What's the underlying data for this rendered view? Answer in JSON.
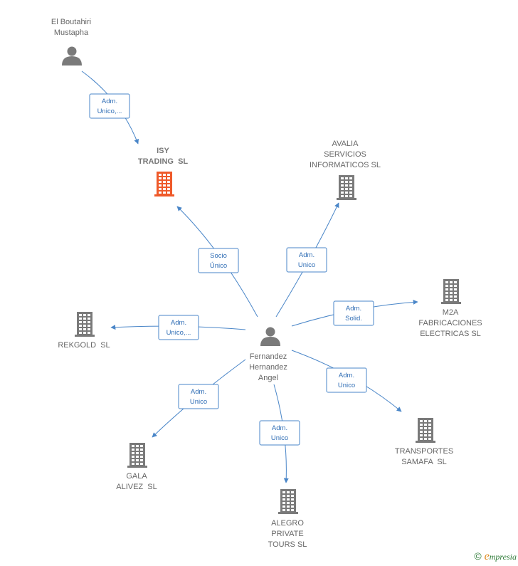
{
  "colors": {
    "edge": "#4a86c8",
    "company": "#7a7a7a",
    "company_highlight": "#ef5a2a",
    "person": "#7a7a7a"
  },
  "nodes": [
    {
      "id": "boutahiri",
      "type": "person",
      "lines": [
        "El Boutahiri",
        "Mustapha"
      ],
      "icon": "person-icon",
      "bold": false
    },
    {
      "id": "isy",
      "type": "company",
      "lines": [
        "ISY",
        "TRADING  SL"
      ],
      "icon": "building-icon",
      "highlight": true,
      "bold": true
    },
    {
      "id": "avalia",
      "type": "company",
      "lines": [
        "AVALIA",
        "SERVICIOS",
        "INFORMATICOS SL"
      ],
      "icon": "building-icon",
      "bold": false
    },
    {
      "id": "m2a",
      "type": "company",
      "lines": [
        "M2A",
        "FABRICACIONES",
        "ELECTRICAS SL"
      ],
      "icon": "building-icon",
      "bold": false
    },
    {
      "id": "rekgold",
      "type": "company",
      "lines": [
        "REKGOLD  SL"
      ],
      "icon": "building-icon",
      "bold": false
    },
    {
      "id": "fernandez",
      "type": "person",
      "lines": [
        "Fernandez",
        "Hernandez",
        "Angel"
      ],
      "icon": "person-icon",
      "bold": false
    },
    {
      "id": "transportes",
      "type": "company",
      "lines": [
        "TRANSPORTES",
        "SAMAFA  SL"
      ],
      "icon": "building-icon",
      "bold": false
    },
    {
      "id": "gala",
      "type": "company",
      "lines": [
        "GALA",
        "ALIVEZ  SL"
      ],
      "icon": "building-icon",
      "bold": false
    },
    {
      "id": "alegro",
      "type": "company",
      "lines": [
        "ALEGRO",
        "PRIVATE",
        "TOURS SL"
      ],
      "icon": "building-icon",
      "bold": false
    }
  ],
  "edges": [
    {
      "from": "boutahiri",
      "to": "isy",
      "label": [
        "Adm.",
        "Unico,..."
      ]
    },
    {
      "from": "fernandez",
      "to": "isy",
      "label": [
        "Socio",
        "Único"
      ]
    },
    {
      "from": "fernandez",
      "to": "avalia",
      "label": [
        "Adm.",
        "Unico"
      ]
    },
    {
      "from": "fernandez",
      "to": "m2a",
      "label": [
        "Adm.",
        "Solid."
      ]
    },
    {
      "from": "fernandez",
      "to": "rekgold",
      "label": [
        "Adm.",
        "Unico,..."
      ]
    },
    {
      "from": "fernandez",
      "to": "transportes",
      "label": [
        "Adm.",
        "Unico"
      ]
    },
    {
      "from": "fernandez",
      "to": "gala",
      "label": [
        "Adm.",
        "Unico"
      ]
    },
    {
      "from": "fernandez",
      "to": "alegro",
      "label": [
        "Adm.",
        "Unico"
      ]
    }
  ],
  "footer": {
    "copyright": "©",
    "brand_initial": "e",
    "brand_rest": "mpresia"
  }
}
